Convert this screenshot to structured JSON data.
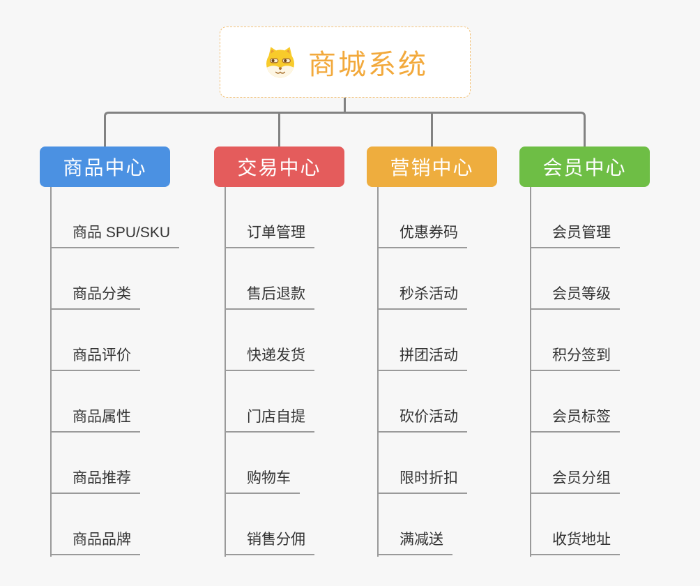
{
  "root": {
    "title": "商城系统",
    "icon": "dog-face-icon"
  },
  "branches": [
    {
      "label": "商品中心",
      "color": "#4b91e2",
      "items": [
        "商品 SPU/SKU",
        "商品分类",
        "商品评价",
        "商品属性",
        "商品推荐",
        "商品品牌"
      ]
    },
    {
      "label": "交易中心",
      "color": "#e45c5c",
      "items": [
        "订单管理",
        "售后退款",
        "快递发货",
        "门店自提",
        "购物车",
        "销售分佣"
      ]
    },
    {
      "label": "营销中心",
      "color": "#eead3e",
      "items": [
        "优惠券码",
        "秒杀活动",
        "拼团活动",
        "砍价活动",
        "限时折扣",
        "满减送"
      ]
    },
    {
      "label": "会员中心",
      "color": "#6ebe45",
      "items": [
        "会员管理",
        "会员等级",
        "积分签到",
        "会员标签",
        "会员分组",
        "收货地址"
      ]
    }
  ],
  "colors": {
    "background": "#f7f7f7",
    "connector_gray": "#828282",
    "trunk_gray": "#9a9a9a",
    "item_text": "#333333",
    "root_text_orange": "#f2a93c",
    "root_border_orange": "#f2c178"
  }
}
